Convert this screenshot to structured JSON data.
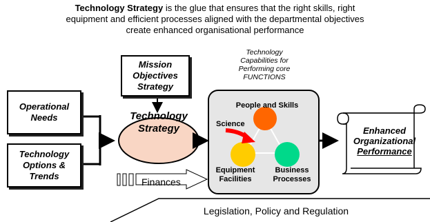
{
  "header": {
    "title_bold": "Technology Strategy",
    "title_line1_rest": " is the glue that ensures that the right skills, right",
    "title_line2": "equipment and efficient processes aligned with the departmental objectives",
    "title_line3": "create enhanced organisational performance"
  },
  "inputs": {
    "operational_needs": [
      "Operational",
      "Needs"
    ],
    "technology_options": [
      "Technology",
      "Options &",
      "Trends"
    ],
    "mission": [
      "Mission",
      "Objectives",
      "Strategy"
    ]
  },
  "center": {
    "technology_strategy": [
      "Technology",
      "Strategy"
    ],
    "capabilities_caption": [
      "Technology",
      "Capabilities for",
      "Performing core",
      "FUNCTIONS"
    ],
    "people_skills": "People and Skills",
    "science": "Science",
    "equipment": [
      "Equipment",
      "Facilities"
    ],
    "business": [
      "Business",
      "Processes"
    ]
  },
  "output": {
    "enhanced": [
      "Enhanced",
      "Organizational",
      "Performance"
    ]
  },
  "bottom": {
    "finances": "Finances",
    "legislation": "Legislation, Policy and Regulation"
  },
  "colors": {
    "ellipse_fill": "#f9d6c4",
    "capabilities_fill": "#e6e6e6",
    "people_circle": "#ff6600",
    "equipment_circle": "#ffcc00",
    "business_circle": "#00d98a",
    "science_arrow": "#ff0000"
  }
}
